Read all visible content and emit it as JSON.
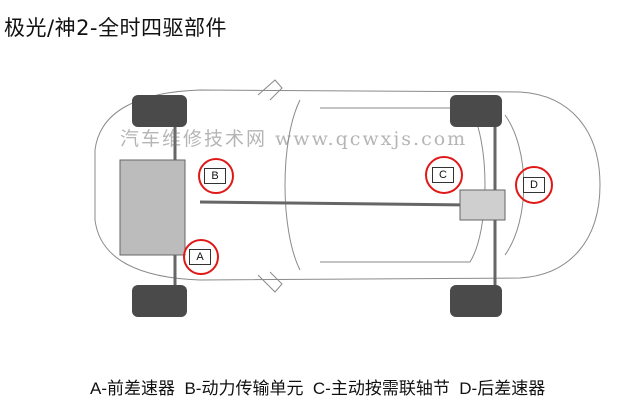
{
  "title": "极光/神2-全时四驱部件",
  "caption": "A-前差速器  B-动力传输单元  C-主动按需联轴节  D-后差速器",
  "watermark": "汽车维修技术网 www.qcwxjs.com",
  "markers": {
    "a": "A",
    "b": "B",
    "c": "C",
    "d": "D"
  },
  "colors": {
    "highlight_ring": "#e01818",
    "wheel": "#4a4a4a",
    "outline": "#888888"
  }
}
